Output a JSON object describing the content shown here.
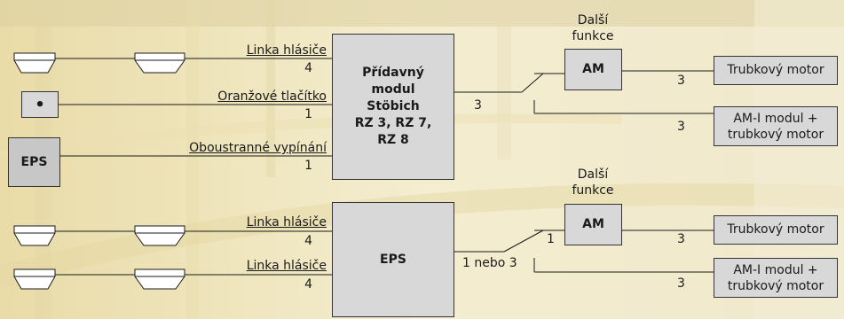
{
  "top": {
    "detector_line_label": "Linka hlásiče",
    "detector_line_count": "4",
    "orange_button_label": "Oranžové tlačítko",
    "orange_button_count": "1",
    "orange_button_symbol": "•",
    "eps_box_label": "EPS",
    "double_shutdown_label": "Oboustranné vypínání",
    "double_shutdown_count": "1",
    "module_lines": [
      "Přídavný",
      "modul",
      "Stöbich",
      "RZ 3, RZ 7,",
      "RZ 8"
    ],
    "module_out_count": "3",
    "extra_function_line1": "Další",
    "extra_function_line2": "funkce",
    "am_label": "AM",
    "am_out_count": "3",
    "motor_label": "Trubkový motor",
    "ami_count": "3",
    "ami_line1": "AM-I modul +",
    "ami_line2": "trubkový motor"
  },
  "bottom": {
    "detector_line1_label": "Linka hlásiče",
    "detector_line1_count": "4",
    "detector_line2_label": "Linka hlásiče",
    "detector_line2_count": "4",
    "eps_label": "EPS",
    "eps_out_count": "1 nebo 3",
    "am_in_count": "1",
    "extra_function_line1": "Další",
    "extra_function_line2": "funkce",
    "am_label": "AM",
    "am_out_count": "3",
    "motor_label": "Trubkový motor",
    "ami_count": "3",
    "ami_line1": "AM-I modul +",
    "ami_line2": "trubkový motor"
  }
}
